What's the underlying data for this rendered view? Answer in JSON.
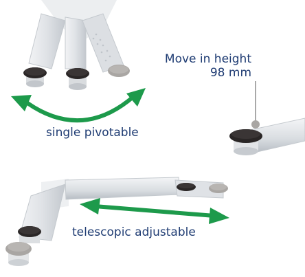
{
  "labels": {
    "move_height_line1": "Move in height",
    "move_height_line2": "98 mm",
    "single_pivotable": "single pivotable",
    "telescopic_adjustable": "telescopic adjustable"
  },
  "colors": {
    "text": "#1f3c73",
    "arrow": "#1d9a4b",
    "pad_dark": "#2a2626",
    "pad_grey": "#a9a6a3",
    "arm_light": "#e4e6e8",
    "arm_mid": "#c9ced3"
  }
}
